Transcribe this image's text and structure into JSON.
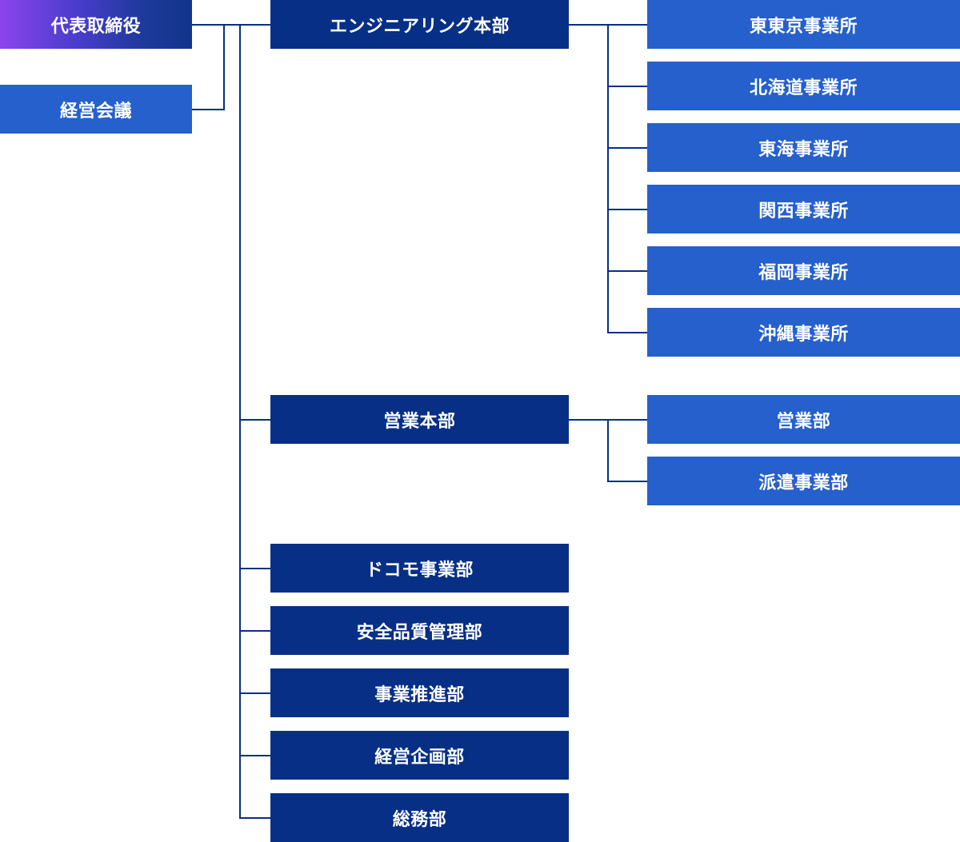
{
  "colors": {
    "connector": "#072f86",
    "dept_fill": "#072f86",
    "sub_fill": "#2560cc",
    "council_fill": "#2560cc",
    "ceo_gradient_start": "#8a45ec",
    "ceo_gradient_end": "#12348c",
    "text": "#ffffff"
  },
  "org": {
    "ceo": "代表取締役",
    "council": "経営会議",
    "departments": [
      {
        "label": "エンジニアリング本部",
        "offices": [
          "東東京事業所",
          "北海道事業所",
          "東海事業所",
          "関西事業所",
          "福岡事業所",
          "沖縄事業所"
        ]
      },
      {
        "label": "営業本部",
        "offices": [
          "営業部",
          "派遣事業部"
        ]
      },
      {
        "label": "ドコモ事業部",
        "offices": []
      },
      {
        "label": "安全品質管理部",
        "offices": []
      },
      {
        "label": "事業推進部",
        "offices": []
      },
      {
        "label": "経営企画部",
        "offices": []
      },
      {
        "label": "総務部",
        "offices": []
      }
    ]
  }
}
